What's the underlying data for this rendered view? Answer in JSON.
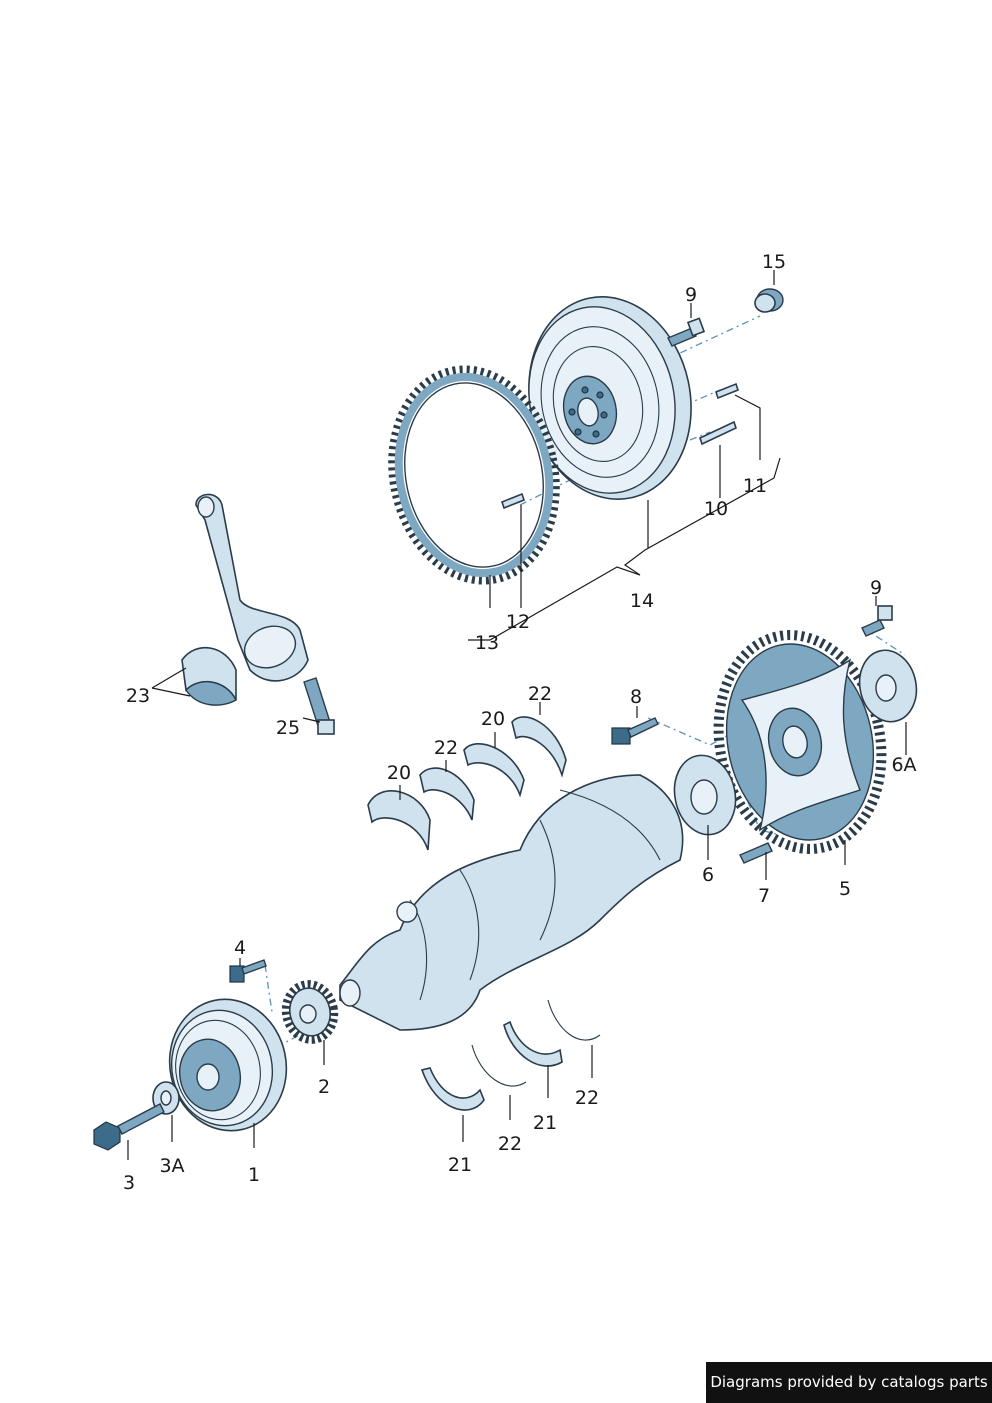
{
  "callouts": {
    "c1": "1",
    "c2": "2",
    "c3": "3",
    "c3a": "3A",
    "c4": "4",
    "c5": "5",
    "c6": "6",
    "c6a": "6A",
    "c7": "7",
    "c8": "8",
    "c9a": "9",
    "c9b": "9",
    "c10": "10",
    "c11": "11",
    "c12": "12",
    "c13": "13",
    "c14": "14",
    "c15": "15",
    "c20a": "20",
    "c20b": "20",
    "c21a": "21",
    "c21b": "21",
    "c22a": "22",
    "c22b": "22",
    "c22c": "22",
    "c22d": "22",
    "c23": "23",
    "c25": "25"
  },
  "footer": {
    "text": "Diagrams provided by catalogs parts"
  },
  "colors": {
    "part_fill": "#cfe2ee",
    "part_dark": "#7ea8c2",
    "outline": "#2a3c4a",
    "axis_dash": "#5b93b8"
  }
}
